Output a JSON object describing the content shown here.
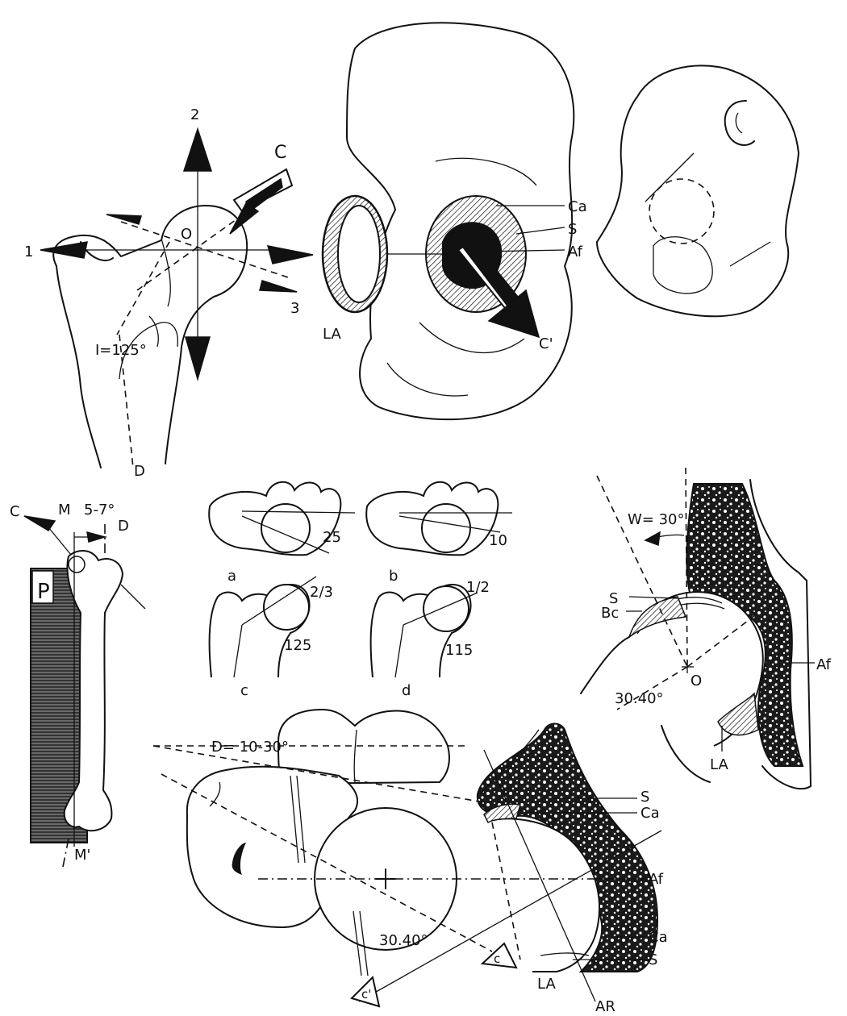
{
  "panel_hip_forces": {
    "labels": {
      "axis2": "2",
      "C": "C",
      "O": "O",
      "axis1": "1",
      "axis3": "3",
      "angle_I": "I=125°",
      "D": "D"
    }
  },
  "panel_acetabulum": {
    "labels": {
      "Ca": "Ca",
      "S": "S",
      "Af": "Af",
      "LA": "LA",
      "C_prime": "C'"
    }
  },
  "panel_femur_plane": {
    "labels": {
      "M": "M",
      "angle": "5-7°",
      "C": "C",
      "D": "D",
      "P": "P",
      "M_prime": "M'"
    }
  },
  "panel_variants": {
    "labels": {
      "a_value": "25",
      "a": "a",
      "b_value": "10",
      "b": "b",
      "c_frac": "2/3",
      "c_value": "125",
      "c": "c",
      "d_frac": "1/2",
      "d_value": "115",
      "d": "d"
    }
  },
  "panel_coronal_section": {
    "labels": {
      "W": "W= 30°",
      "S": "S",
      "Bc": "Bc",
      "Af": "Af",
      "O": "O",
      "angle": "30.40°",
      "LA": "LA"
    }
  },
  "panel_horizontal_section": {
    "labels": {
      "D": "D= 10-30°",
      "angle": "30.40°",
      "c": "c",
      "c_prime": "c'",
      "S_top": "S",
      "Ca_top": "Ca",
      "Af": "Af",
      "Ca_bottom": "Ca",
      "S_bottom": "S",
      "LA": "LA",
      "AR": "AR"
    }
  }
}
